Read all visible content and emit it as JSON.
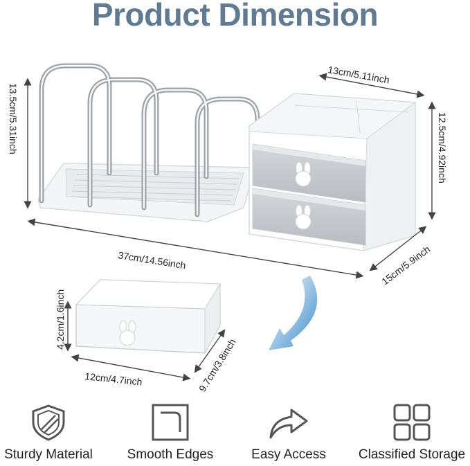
{
  "title": "Product Dimension",
  "dimensions": {
    "organizer_width": "13cm/5.11inch",
    "organizer_height": "12.5cm/4.92inch",
    "rack_height": "13.5cm/5.31inch",
    "total_length": "37cm/14.56inch",
    "total_depth": "15cm/5.9inch",
    "drawer_height": "4.2cm/1.6inch",
    "drawer_width": "12cm/4.7inch",
    "drawer_depth": "9.7cm/3.8inch"
  },
  "features": [
    {
      "label": "Sturdy Material",
      "icon": "shield-icon"
    },
    {
      "label": "Smooth Edges",
      "icon": "rounded-corner-icon"
    },
    {
      "label": "Easy Access",
      "icon": "arrow-forward-icon"
    },
    {
      "label": "Classified Storage",
      "icon": "grid-icon"
    }
  ],
  "colors": {
    "title": "#5f7a92",
    "arrow": "#2f86c8",
    "dimension_line": "#444444"
  }
}
